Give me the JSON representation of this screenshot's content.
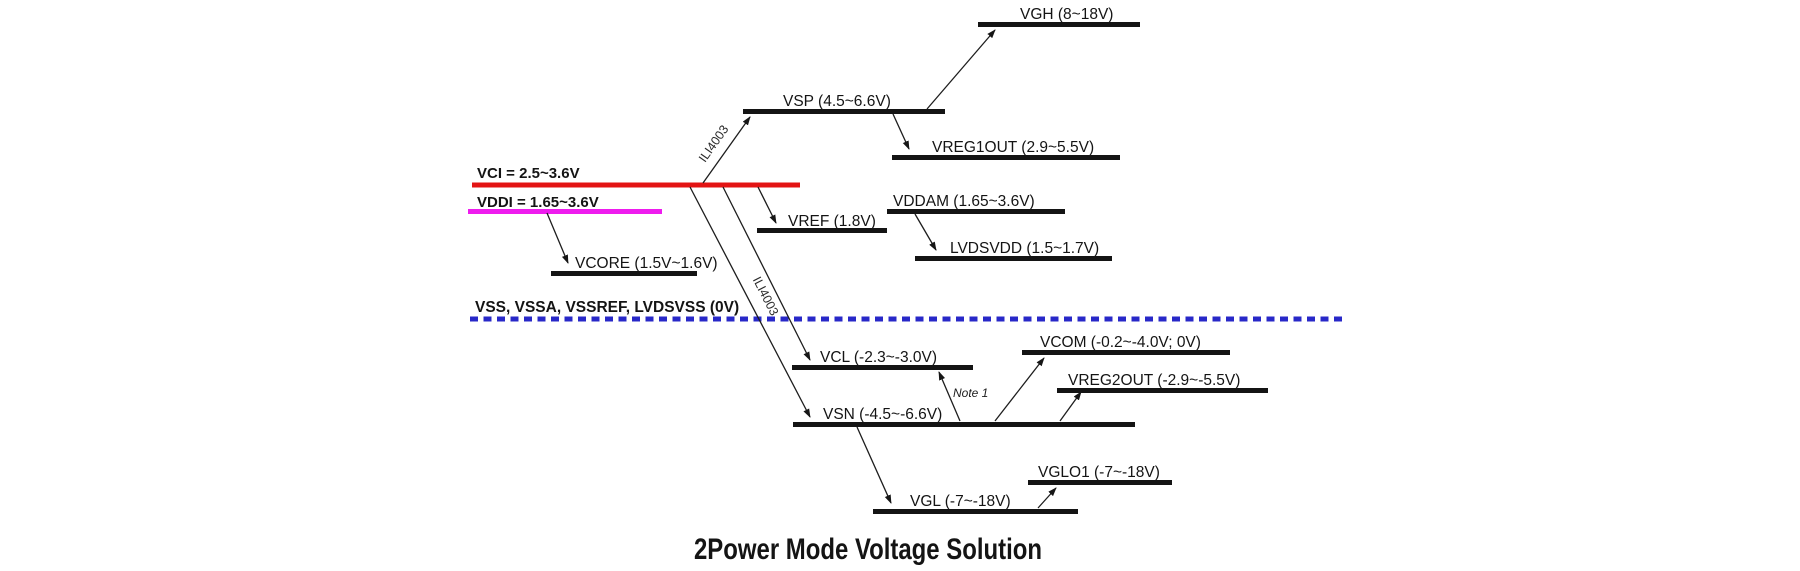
{
  "title": "2Power Mode Voltage Solution",
  "rails": {
    "vgh": {
      "label": "VGH (8~18V)"
    },
    "vsp": {
      "label": "VSP (4.5~6.6V)"
    },
    "vreg1out": {
      "label": "VREG1OUT (2.9~5.5V)"
    },
    "vddam": {
      "label": "VDDAM (1.65~3.6V)"
    },
    "vref": {
      "label": "VREF (1.8V)"
    },
    "lvdsvdd": {
      "label": "LVDSVDD (1.5~1.7V)"
    },
    "vcore": {
      "label": "VCORE (1.5V~1.6V)"
    },
    "vcl": {
      "label": "VCL (-2.3~-3.0V)"
    },
    "vcom": {
      "label": "VCOM (-0.2~-4.0V; 0V)"
    },
    "vreg2out": {
      "label": "VREG2OUT (-2.9~-5.5V)"
    },
    "vsn": {
      "label": "VSN (-4.5~-6.6V)"
    },
    "vglo1": {
      "label": "VGLO1 (-7~-18V)"
    },
    "vgl": {
      "label": "VGL (-7~-18V)"
    }
  },
  "supplies": {
    "vci": {
      "label": "VCI = 2.5~3.6V",
      "color": "#e31414",
      "style": "solid"
    },
    "vddi": {
      "label": "VDDI = 1.65~3.6V",
      "color": "#ee1cee",
      "style": "solid"
    },
    "vss": {
      "label": "VSS, VSSA, VSSREF, LVDSVSS (0V)",
      "color": "#2828c8",
      "style": "dotted"
    }
  },
  "annotations": {
    "chip_label_upper": "ILI4003",
    "chip_label_lower": "ILI4003",
    "note_label": "Note 1"
  }
}
